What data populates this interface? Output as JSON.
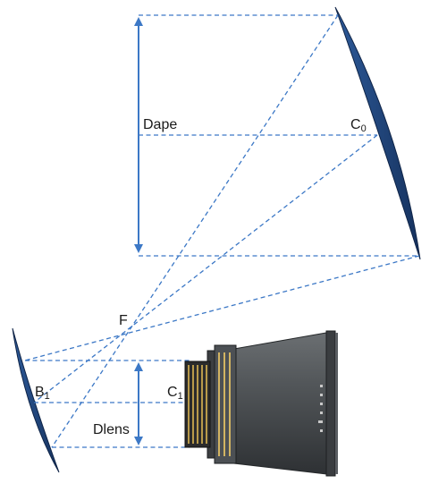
{
  "labels": {
    "dape": "Dape",
    "c0": "C",
    "c0_sub": "0",
    "f": "F",
    "b1": "B",
    "b1_sub": "1",
    "c1": "C",
    "c1_sub": "1",
    "dlens": "Dlens"
  },
  "colors": {
    "ray": "#3c78c6",
    "mirror": "#1f3f73",
    "camera_body": "#45494d",
    "pcb": "#2b2b2b"
  },
  "icons": {
    "primary_mirror": "curved-mirror",
    "secondary_mirror": "curved-mirror",
    "camera": "camera-sensor-assembly"
  }
}
